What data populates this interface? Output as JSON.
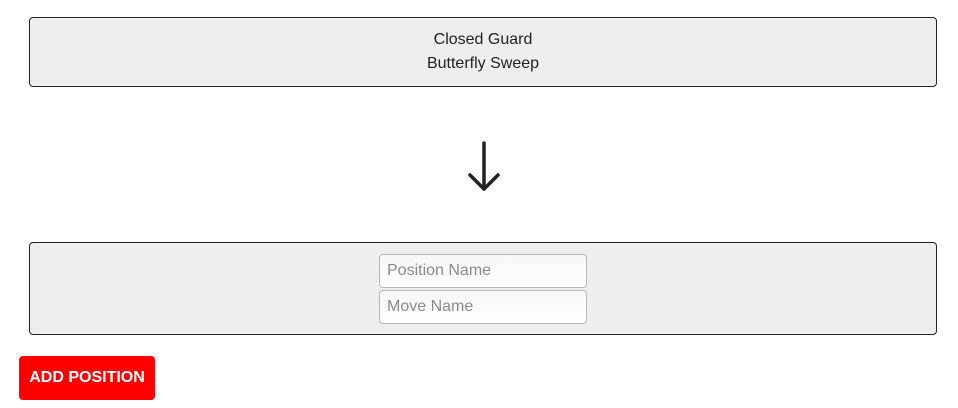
{
  "sequence": {
    "steps": [
      {
        "position": "Closed Guard",
        "move": "Butterfly Sweep"
      }
    ],
    "connector_icon": "arrow-down-icon"
  },
  "new_step": {
    "position_field": {
      "value": "",
      "placeholder": "Position Name"
    },
    "move_field": {
      "value": "",
      "placeholder": "Move Name"
    }
  },
  "actions": {
    "add_label": "ADD POSITION"
  },
  "colors": {
    "card_background": "#eeeeee",
    "card_border": "#222222",
    "button_background": "#ff0000",
    "button_text": "#ffffff",
    "arrow": "#222222"
  }
}
